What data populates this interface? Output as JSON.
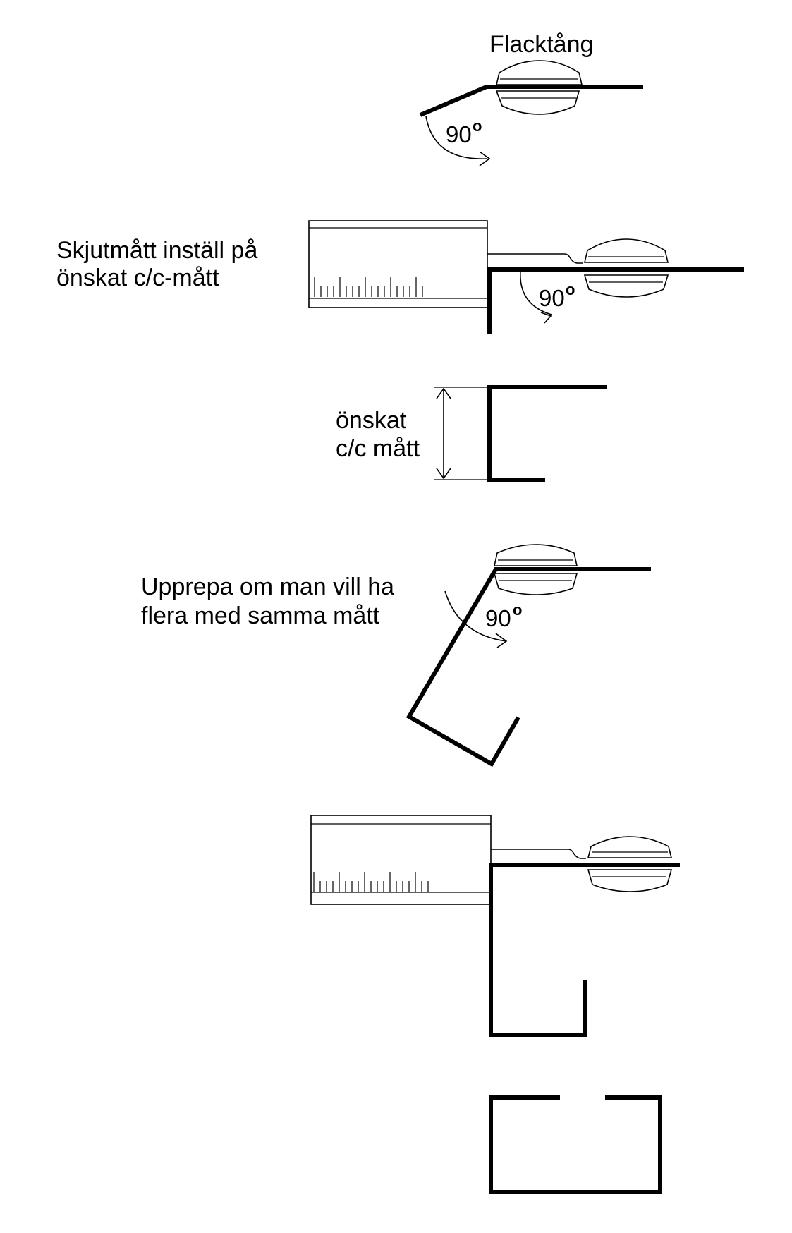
{
  "steps": {
    "step1": {
      "tool_label": "Flacktång",
      "angle": "90",
      "degree_mark": "o"
    },
    "step2": {
      "label_line1": "Skjutmått inställ på",
      "label_line2": "önskat c/c-mått",
      "angle": "90",
      "degree_mark": "o"
    },
    "step3": {
      "label_line1": "önskat",
      "label_line2": "c/c mått"
    },
    "step4": {
      "label_line1": "Upprepa om man vill ha",
      "label_line2": "flera med samma mått",
      "angle": "90",
      "degree_mark": "o"
    }
  },
  "icons": [
    "pliers-icon",
    "caliper-icon",
    "bend-arrow-icon",
    "dimension-arrow-icon"
  ],
  "colors": {
    "line": "#000000",
    "background": "#ffffff"
  }
}
